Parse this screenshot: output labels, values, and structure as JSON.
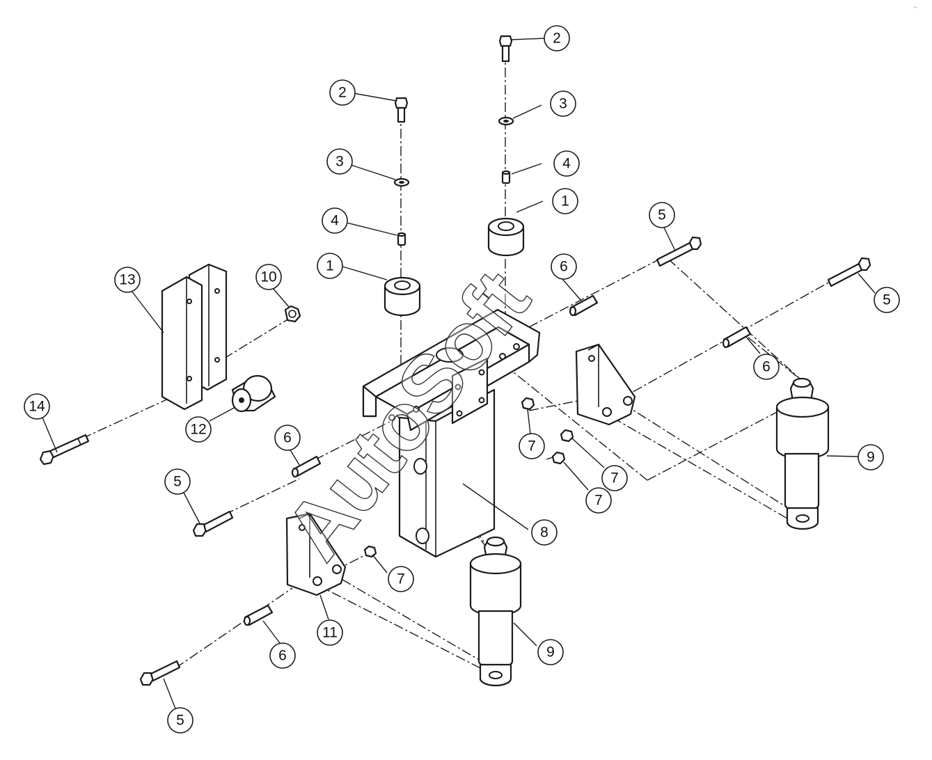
{
  "watermark": {
    "text": "AutoSoft"
  },
  "corner_mark": {
    "text": "°°"
  },
  "colors": {
    "line": "#1a1a1a",
    "background": "#ffffff"
  },
  "callouts": [
    {
      "label": "1"
    },
    {
      "label": "1"
    },
    {
      "label": "2"
    },
    {
      "label": "2"
    },
    {
      "label": "3"
    },
    {
      "label": "3"
    },
    {
      "label": "4"
    },
    {
      "label": "4"
    },
    {
      "label": "5"
    },
    {
      "label": "5"
    },
    {
      "label": "5"
    },
    {
      "label": "5"
    },
    {
      "label": "6"
    },
    {
      "label": "6"
    },
    {
      "label": "6"
    },
    {
      "label": "6"
    },
    {
      "label": "7"
    },
    {
      "label": "7"
    },
    {
      "label": "7"
    },
    {
      "label": "7"
    },
    {
      "label": "8"
    },
    {
      "label": "9"
    },
    {
      "label": "9"
    },
    {
      "label": "10"
    },
    {
      "label": "11"
    },
    {
      "label": "12"
    },
    {
      "label": "13"
    },
    {
      "label": "14"
    }
  ]
}
